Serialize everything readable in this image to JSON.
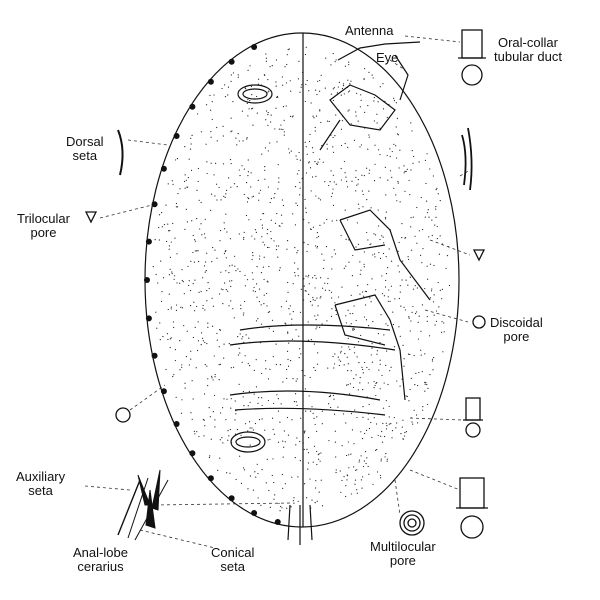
{
  "labels": {
    "antenna": "Antenna",
    "eye": "Eye",
    "oral_collar_line1": "Oral-collar",
    "oral_collar_line2": "tubular duct",
    "dorsal_seta_line1": "Dorsal",
    "dorsal_seta_line2": "seta",
    "trilocular_line1": "Trilocular",
    "trilocular_line2": "pore",
    "discoidal_line1": "Discoidal",
    "discoidal_line2": "pore",
    "auxiliary_line1": "Auxiliary",
    "auxiliary_line2": "seta",
    "anal_lobe_line1": "Anal-lobe",
    "anal_lobe_line2": "cerarius",
    "conical_line1": "Conical",
    "conical_line2": "seta",
    "multilocular_line1": "Multilocular",
    "multilocular_line2": "pore"
  },
  "colors": {
    "ink": "#111111",
    "background": "#ffffff"
  }
}
